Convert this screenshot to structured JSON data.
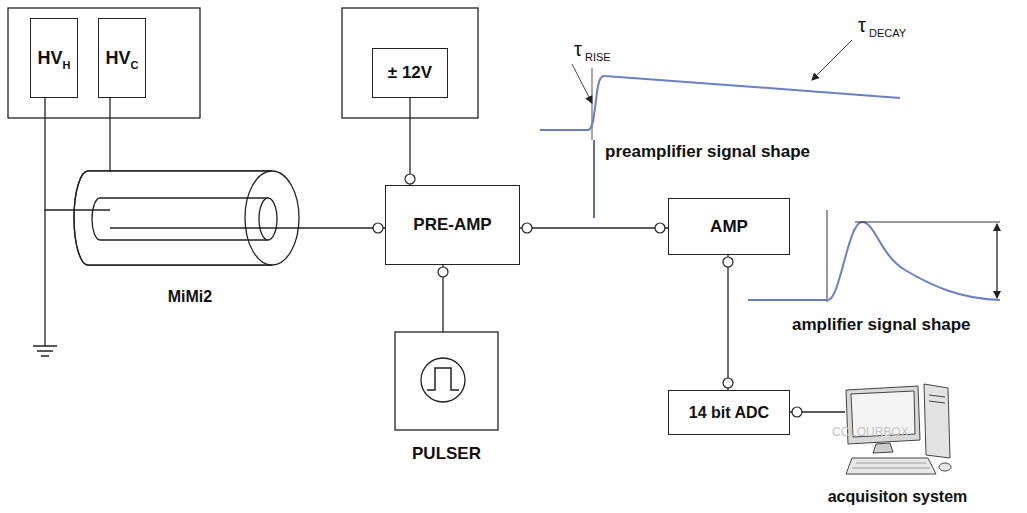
{
  "diagram": {
    "nodes": [
      {
        "text": [
          "HV",
          "H"
        ]
      },
      {
        "text": [
          "HV",
          "C"
        ]
      },
      {
        "text": [
          "± 12V"
        ]
      },
      {
        "text": [
          "PRE-AMP"
        ]
      },
      {
        "text": [
          "AMP"
        ]
      },
      {
        "text": [
          "PULSER"
        ]
      },
      {
        "text": [
          "14 bit ADC"
        ]
      },
      {
        "text": [
          "MiMi2"
        ]
      },
      {
        "text": [
          "acquisiton system"
        ]
      }
    ],
    "edges": [
      {
        "from": 0,
        "to": 7,
        "arrow": "none"
      },
      {
        "from": 1,
        "to": 7,
        "arrow": "none"
      },
      {
        "from": 2,
        "to": 3,
        "arrow": "none"
      },
      {
        "from": 7,
        "to": 3,
        "arrow": "none"
      },
      {
        "from": 3,
        "to": 5,
        "arrow": "none"
      },
      {
        "from": 3,
        "to": 4,
        "arrow": "none"
      },
      {
        "from": 4,
        "to": 6,
        "arrow": "none"
      },
      {
        "from": 6,
        "to": 8,
        "arrow": "none"
      }
    ],
    "labels": [
      "τ",
      "RISE",
      "τ",
      "DECAY",
      "preamplifier signal shape",
      "amplifier signal shape",
      "COLOURBOX"
    ]
  }
}
